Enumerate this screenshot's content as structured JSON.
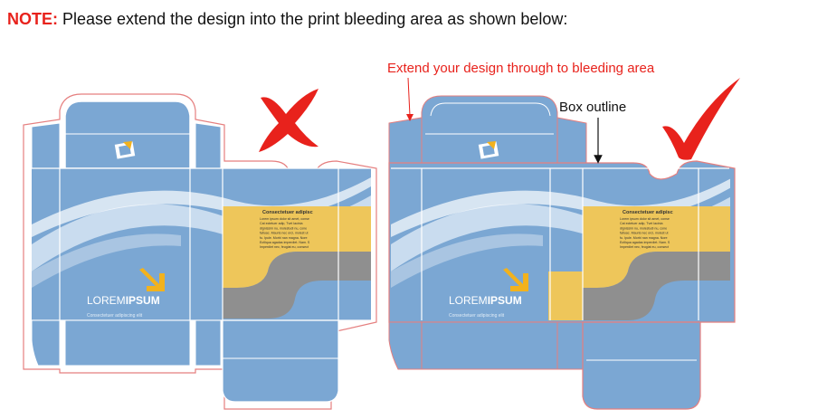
{
  "note": {
    "label": "NOTE:",
    "text": " Please extend the design into the print bleeding area as shown below:"
  },
  "left_box": {
    "verdict_icon": "red-x-icon",
    "brand_lorem": "LOREM",
    "brand_ipsum": "IPSUM",
    "brand_tagline": "Consectetuer adipiscing elit",
    "side_title": "Consectetuer adipisc",
    "side_lines": [
      "Lorem ipsum dolor sit amet, conse",
      "Cat ectetuer adip, Tvet lacinia",
      "dignissim nu, molestudi nu, cone",
      "fatiuac. Mauris nec orci, molest ut",
      "fu. Ipule. Morbi nan magna. Nore",
      "Ectliqua agadas imperdiet. Nam. S",
      "Imperdiet nec, feugiat eu, consect"
    ]
  },
  "right_box": {
    "verdict_icon": "red-check-icon",
    "brand_lorem": "LOREM",
    "brand_ipsum": "IPSUM",
    "brand_tagline": "Consectetuer adipiscing elit",
    "side_title": "Consectetuer adipisc",
    "side_lines": [
      "Lorem ipsum dolor sit amet, conse",
      "Cat ectetuer adip, Tvet lacinia",
      "dignissim nu, molestudi nu, cone",
      "fatiuac. Mauris nec orci, molest ut",
      "fu. Ipule. Morbi nan magna. Nore",
      "Ectliqua agadas imperdiet. Nam. S",
      "Imperdiet nec, feugiat eu, consect"
    ]
  },
  "annotations": {
    "extend": "Extend your design through to bleeding area",
    "outline": "Box outline"
  },
  "colors": {
    "note_red": "#e8221c",
    "panel_blue": "#7ba7d3",
    "panel_blue_dark": "#5c8cc0",
    "yellow_band": "#eec65a",
    "gray_band": "#8f8f8f",
    "bleed_outline": "#e57f7f",
    "arrow_yellow": "#f2b21d"
  }
}
